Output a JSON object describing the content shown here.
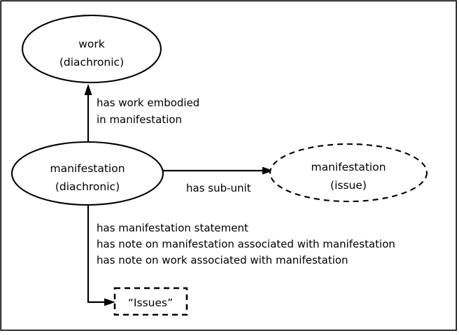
{
  "diagram": {
    "title": "work / manifestation entity-relationship diagram",
    "frame_color": "#000000",
    "background_color": "#ffffff",
    "text_color": "#000000",
    "nodes": [
      {
        "id": "work-diachronic",
        "shape": "ellipse",
        "border": "solid",
        "line1": "work",
        "line2": "(diachronic)"
      },
      {
        "id": "manifestation-diachronic",
        "shape": "ellipse",
        "border": "solid",
        "line1": "manifestation",
        "line2": "(diachronic)"
      },
      {
        "id": "manifestation-issue",
        "shape": "ellipse",
        "border": "dashed",
        "line1": "manifestation",
        "line2": "(issue)"
      },
      {
        "id": "issues-box",
        "shape": "rectangle",
        "border": "dashed",
        "line1": "“Issues”"
      }
    ],
    "edges": [
      {
        "id": "embodied-edge",
        "from": "manifestation-diachronic",
        "to": "work-diachronic",
        "direction": "up",
        "label_line1": "has work embodied",
        "label_line2": "in manifestation"
      },
      {
        "id": "sub-unit-edge",
        "from": "manifestation-diachronic",
        "to": "manifestation-issue",
        "direction": "right",
        "label_line1": "has sub-unit"
      },
      {
        "id": "issues-edge",
        "from": "manifestation-diachronic",
        "to": "issues-box",
        "direction": "down-right",
        "label_line1": "has manifestation statement",
        "label_line2": "has note on manifestation associated with manifestation",
        "label_line3": "has note on work associated with manifestation"
      }
    ]
  }
}
